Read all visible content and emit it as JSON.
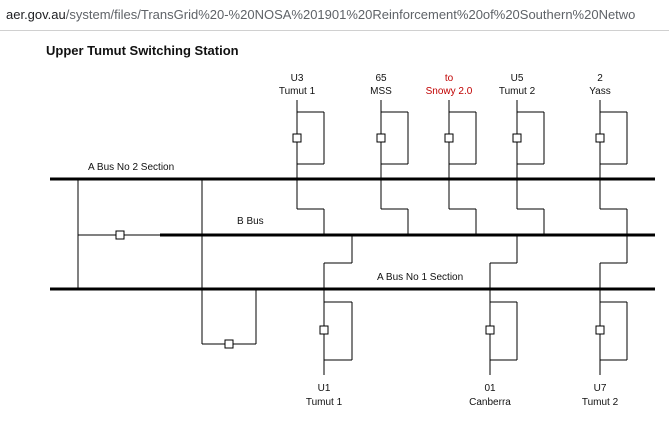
{
  "address_bar": {
    "domain": "aer.gov.au",
    "path": "/system/files/TransGrid%20-%20NOSA%201901%20Reinforcement%20of%20Southern%20Netwo"
  },
  "diagram": {
    "title": "Upper Tumut Switching Station",
    "buses": {
      "a_bus_no2": "A Bus No 2 Section",
      "b_bus": "B Bus",
      "a_bus_no1": "A Bus No 1 Section"
    },
    "top_feeders": [
      {
        "line1": "U3",
        "line2": "Tumut 1",
        "color": "#111111"
      },
      {
        "line1": "65",
        "line2": "MSS",
        "color": "#111111"
      },
      {
        "line1": "to",
        "line2": "Snowy 2.0",
        "color": "#c00000"
      },
      {
        "line1": "U5",
        "line2": "Tumut 2",
        "color": "#111111"
      },
      {
        "line1": "2",
        "line2": "Yass",
        "color": "#111111"
      }
    ],
    "bottom_feeders": [
      {
        "line1": "U1",
        "line2": "Tumut 1"
      },
      {
        "line1": "01",
        "line2": "Canberra"
      },
      {
        "line1": "U7",
        "line2": "Tumut 2"
      }
    ]
  }
}
